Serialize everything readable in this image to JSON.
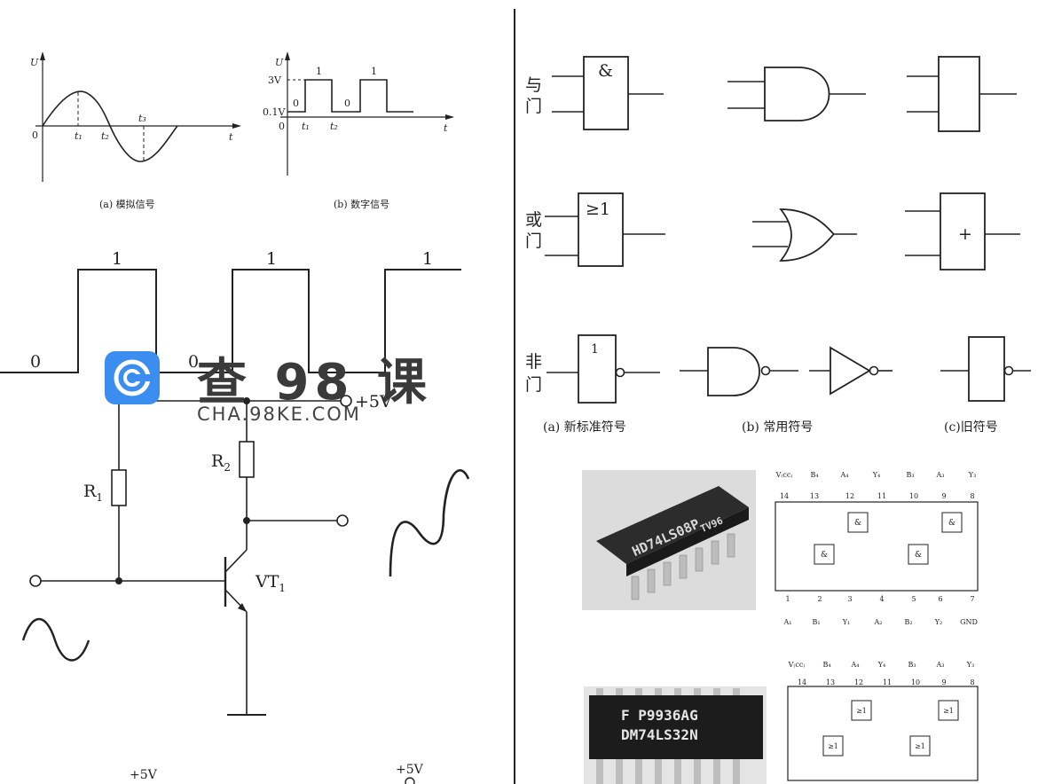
{
  "analog_plot": {
    "ylabel": "U",
    "xlabel": "t",
    "origin": "0",
    "t1": "t₁",
    "t2": "t₂",
    "t3": "t₃",
    "caption": "(a) 模拟信号"
  },
  "digital_plot": {
    "ylabel": "U",
    "xlabel": "t",
    "origin": "0",
    "v_high": "3V",
    "v_low": "0.1V",
    "t1": "t₁",
    "t2": "t₂",
    "high1": "1",
    "high2": "1",
    "low1": "0",
    "low2": "0",
    "caption": "(b) 数字信号"
  },
  "square_wave": {
    "high_labels": [
      "1",
      "1",
      "1"
    ],
    "low_labels": [
      "0",
      "0"
    ]
  },
  "circuit": {
    "supply": "+5V",
    "r1": "R",
    "r1_sub": "1",
    "r2": "R",
    "r2_sub": "2",
    "transistor": "VT",
    "transistor_sub": "1",
    "bottom_supply_left": "+5V",
    "bottom_supply_right": "+5V"
  },
  "gates": {
    "and_label": "与\n门",
    "and_symbol": "&",
    "or_label": "或\n门",
    "or_symbol": "≥1",
    "or_old_symbol": "+",
    "not_label": "非\n门",
    "not_symbol": "1",
    "cap_new": "(a) 新标准符号",
    "cap_common": "(b) 常用符号",
    "cap_old": "(c)旧符号"
  },
  "chips": {
    "chip1_text": "HD74LS08P",
    "chip1_sub": "TV96",
    "chip2_text": "F P9936AG",
    "chip2_sub": "DM74LS32N",
    "pin_top_1": [
      "V₍cc₎",
      "B₄",
      "A₄",
      "Y₄",
      "B₃",
      "A₃",
      "Y₃"
    ],
    "pin_top_nums": [
      "14",
      "13",
      "12",
      "11",
      "10",
      "9",
      "8"
    ],
    "pin_bot_nums": [
      "1",
      "2",
      "3",
      "4",
      "5",
      "6",
      "7"
    ],
    "pin_bot_1": [
      "A₁",
      "B₁",
      "Y₁",
      "A₂",
      "B₂",
      "Y₂",
      "GND"
    ],
    "pin_top_2": [
      "V₍cc₎",
      "B₄",
      "A₄",
      "Y₄",
      "B₃",
      "A₃",
      "Y₃"
    ],
    "and_gate_symbol": "&",
    "or_gate_symbol": "≥1"
  },
  "watermark": {
    "brand": "查 98 课",
    "url": "CHA.98KE.COM"
  }
}
